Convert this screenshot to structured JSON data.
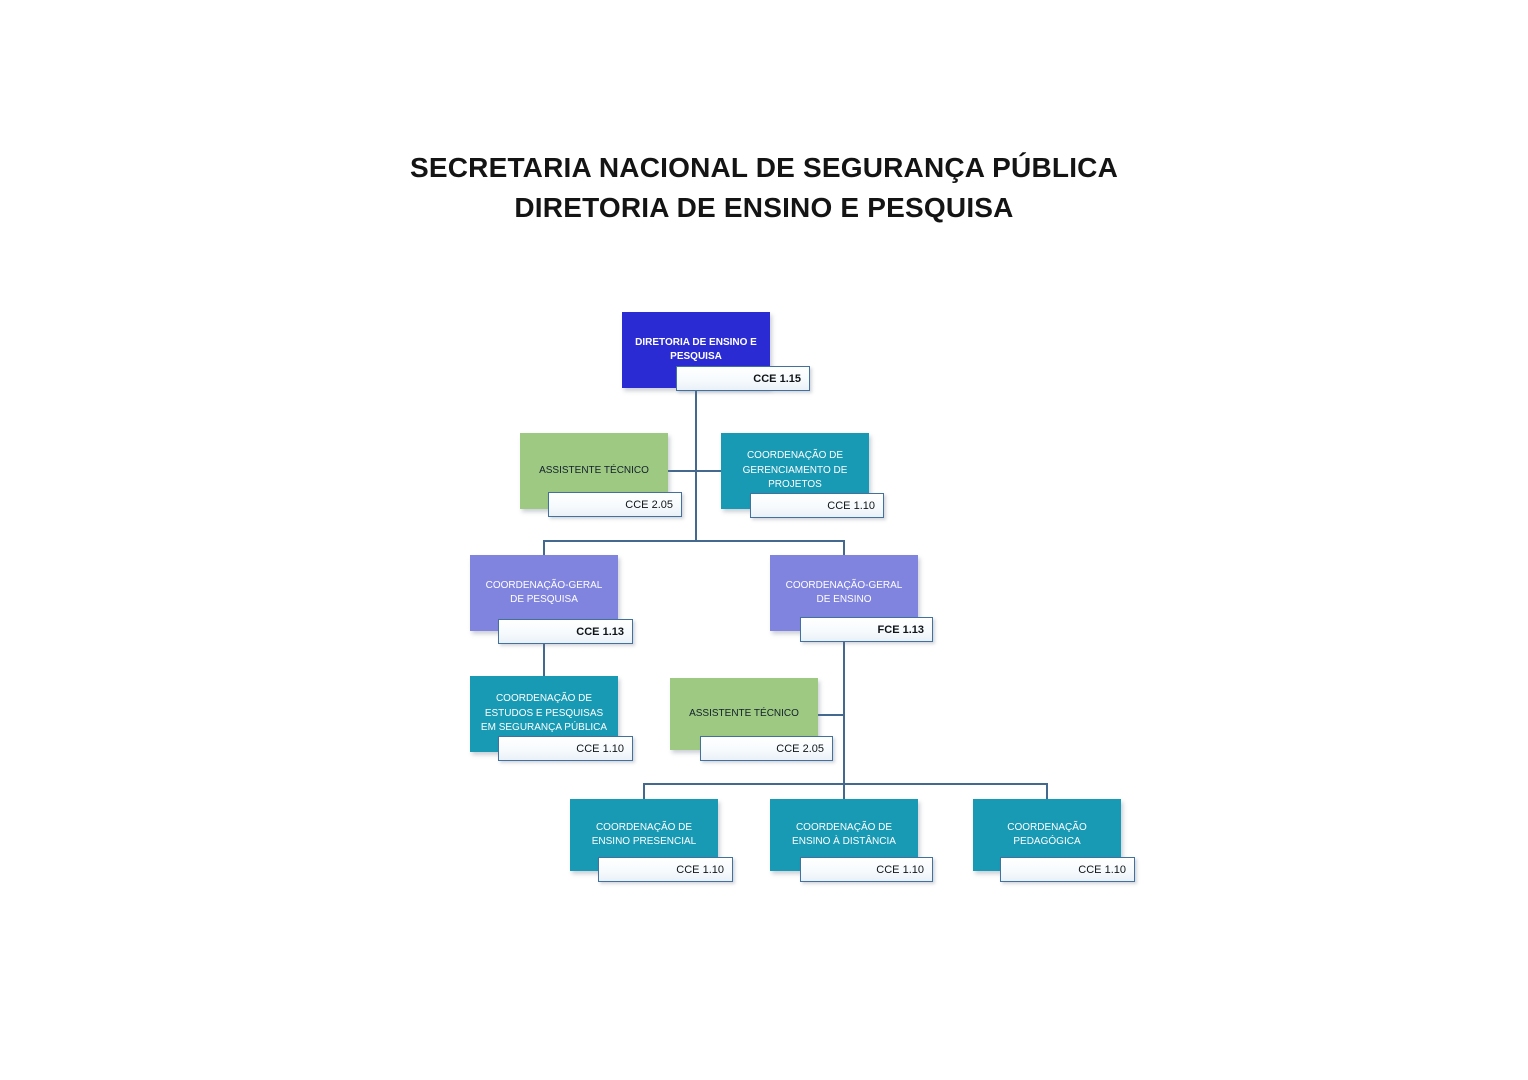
{
  "title": {
    "line1": "SECRETARIA NACIONAL DE SEGURANÇA PÚBLICA",
    "line2": "DIRETORIA DE ENSINO E PESQUISA"
  },
  "colors": {
    "blue": "#2B2BD3",
    "green": "#9DC983",
    "teal": "#1899B4",
    "purple": "#8184DE",
    "badge_border": "#41719C",
    "connector": "#44698F"
  },
  "nodes": {
    "director": {
      "title": "DIRETORIA DE ENSINO E PESQUISA",
      "badge": "CCE 1.15"
    },
    "assistant_top": {
      "title": "ASSISTENTE TÉCNICO",
      "badge": "CCE 2.05"
    },
    "projects": {
      "title": "COORDENAÇÃO DE GERENCIAMENTO DE PROJETOS",
      "badge": "CCE 1.10"
    },
    "research": {
      "title": "COORDENAÇÃO-GERAL DE PESQUISA",
      "badge": "CCE 1.13"
    },
    "teaching": {
      "title": "COORDENAÇÃO-GERAL DE ENSINO",
      "badge": "FCE 1.13"
    },
    "studies": {
      "title": "COORDENAÇÃO DE ESTUDOS E PESQUISAS EM SEGURANÇA PÚBLICA",
      "badge": "CCE 1.10"
    },
    "assistant_teaching": {
      "title": "ASSISTENTE TÉCNICO",
      "badge": "CCE 2.05"
    },
    "presencial": {
      "title": "COORDENAÇÃO DE ENSINO PRESENCIAL",
      "badge": "CCE 1.10"
    },
    "distancia": {
      "title": "COORDENAÇÃO DE ENSINO À DISTÂNCIA",
      "badge": "CCE 1.10"
    },
    "pedagogica": {
      "title": "COORDENAÇÃO PEDAGÓGICA",
      "badge": "CCE 1.10"
    }
  }
}
